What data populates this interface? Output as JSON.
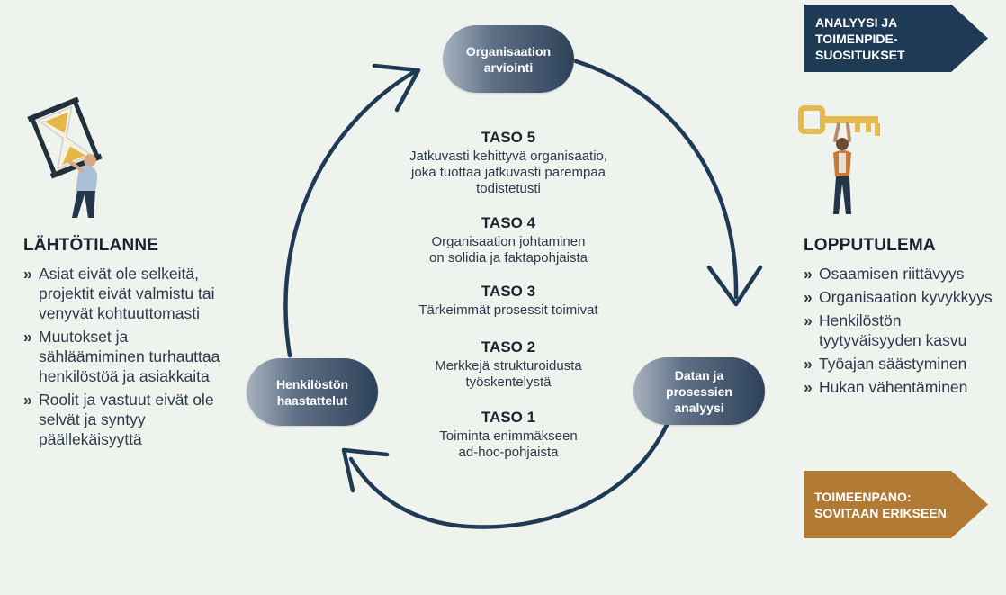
{
  "cycle": {
    "top": "Organisaation\narviointi",
    "right": "Datan ja\nprosessien\nanalyysi",
    "left": "Henkilöstön\nhaastattelut"
  },
  "levels": [
    {
      "title": "TASO 5",
      "text": "Jatkuvasti kehittyvä organisaatio,\njoka tuottaa jatkuvasti parempaa\ntodistetusti"
    },
    {
      "title": "TASO 4",
      "text": "Organisaation johtaminen\non solidia ja faktapohjaista"
    },
    {
      "title": "TASO 3",
      "text": "Tärkeimmät prosessit toimivat"
    },
    {
      "title": "TASO 2",
      "text": "Merkkejä strukturoidusta\ntyöskentelystä"
    },
    {
      "title": "TASO 1",
      "text": "Toiminta enimmäkseen\nad-hoc-pohjaista"
    }
  ],
  "start": {
    "title": "LÄHTÖTILANNE",
    "items": [
      "Asiat eivät ole selkeitä, projektit eivät valmistu tai venyvät kohtuuttomasti",
      "Muutokset ja sähläämiminen turhauttaa henkilöstöä ja asiakkaita",
      "Roolit ja vastuut eivät ole selvät ja syntyy päällekäisyyttä"
    ]
  },
  "result": {
    "title": "LOPPUTULEMA",
    "items": [
      "Osaamisen riittävyys",
      "Organisaation kyvykkyys",
      "Henkilöstön tyytyväisyyden kasvu",
      "Työajan säästyminen",
      "Hukan vähentäminen"
    ]
  },
  "banners": {
    "analysis": "ANALYYSI JA\nTOIMENPIDE-\nSUOSITUKSET",
    "implementation": "TOIMEENPANO:\nSOVITAAN ERIKSEEN"
  },
  "colors": {
    "navy": "#1f3a55",
    "gold": "#b07a34",
    "background": "#eef3ee"
  }
}
